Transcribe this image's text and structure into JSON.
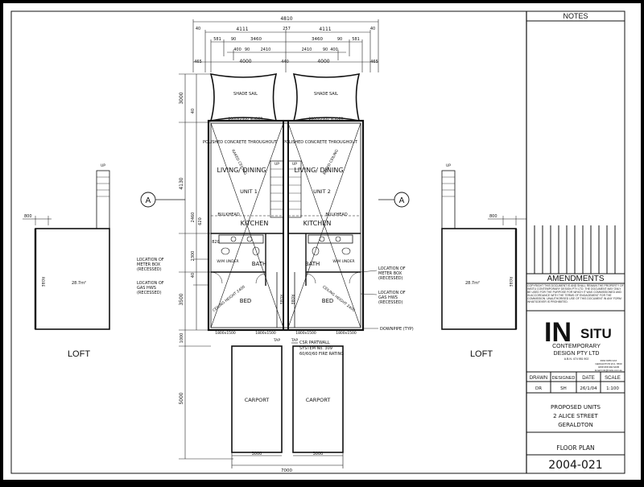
{
  "title_block": {
    "notes_heading": "NOTES",
    "amendments_heading": "AMENDMENTS",
    "copyright_text": "COPYRIGHT THIS DOCUMENT IS AND SHALL REMAIN THE PROPERTY OF INSITU CONTEMPORARY DESIGN PTY LTD. THE DOCUMENT MAY ONLY BE USED FOR THE PURPOSE FOR WHICH IT WAS COMMISSIONED AND IN ACCORDANCE WITH THE TERMS OF ENGAGEMENT FOR THE COMMISSION. UNAUTHORISED USE OF THIS DOCUMENT IN ANY FORM WHATSOEVER IS PROHIBITED.",
    "logo_big": "IN",
    "logo_small": "SITU",
    "company_line1": "CONTEMPORARY",
    "company_line2": "DESIGN PTY LTD",
    "company_abn": "A.B.N. 474 951 902",
    "contact_lines": [
      "9964 8256 FAX",
      "GERALDTON W.A. 6530",
      "0458 958 960 MOB",
      "Email info@insitu.com.au"
    ],
    "meta_labels": [
      "DRAWN",
      "DESIGNED",
      "DATE",
      "SCALE"
    ],
    "meta_values": [
      "DR",
      "SH",
      "26/1/04",
      "1:100"
    ],
    "project_line1": "PROPOSED UNITS",
    "project_line2": "2 ALICE STREET",
    "project_line3": "GERALDTON",
    "drawing_title": "FLOOR PLAN",
    "drawing_number": "2004-021"
  },
  "plan": {
    "overall_width": "4810",
    "half_widths": [
      "4111",
      "4111"
    ],
    "top_offsets": [
      "40",
      "257",
      "40"
    ],
    "sub_dims_left": [
      "581",
      "90",
      "3460"
    ],
    "sub_dims_right": [
      "3460",
      "90",
      "581"
    ],
    "inner_dims_left": [
      "400",
      "90",
      "2410"
    ],
    "inner_dims_right": [
      "2410",
      "90",
      "400"
    ],
    "slab_dims": [
      "4000",
      "4000"
    ],
    "slab_side_dims": [
      "465",
      "440",
      "465"
    ],
    "shade_sail": "SHADE SAIL",
    "sliders": [
      "2000x2400 SLIDER",
      "2000x2400 SLIDER"
    ],
    "polished_concrete": "POLISHED CONCRETE THROUGHOUT",
    "raked_ceiling": "RAKED CEILING",
    "living_dining": "LIVING/ DINING",
    "units": [
      "UNIT 1",
      "UNIT 2"
    ],
    "bulkhead": "BULKHEAD",
    "kitchen": "KITCHEN",
    "bath": "BATH",
    "wm_under": "W/M UNDER",
    "bed": "BED",
    "robe": "ROBE",
    "ceiling_height": "CEILING HEIGHT 2400",
    "up": "UP",
    "section_marker": "A",
    "left_dims": [
      "3000",
      "40",
      "4130",
      "2460",
      "2300",
      "40",
      "3500",
      "1000",
      "5000",
      "620",
      "820"
    ],
    "window_sizes": [
      "1800x1500",
      "1800x1500",
      "1800x1500",
      "1800x1500"
    ],
    "tap": "TAP",
    "downpipe": "DOWNPIPE (TYP)",
    "partwall": [
      "CSR PARTWALL",
      "SYSTEM No. 309",
      "60/60/60 FIRE RATING"
    ],
    "meter_box": [
      "LOCATION OF",
      "METER BOX",
      "(RECESSED)"
    ],
    "gas_hws": [
      "LOCATION OF",
      "GAS HWS",
      "(RECESSED)"
    ],
    "carport": "CARPORT",
    "carport_dims": [
      "3000",
      "3000"
    ],
    "carport_total": "7000",
    "loft_label": "LOFT",
    "loft_area": "28.7m²",
    "loft_dim": "800"
  }
}
